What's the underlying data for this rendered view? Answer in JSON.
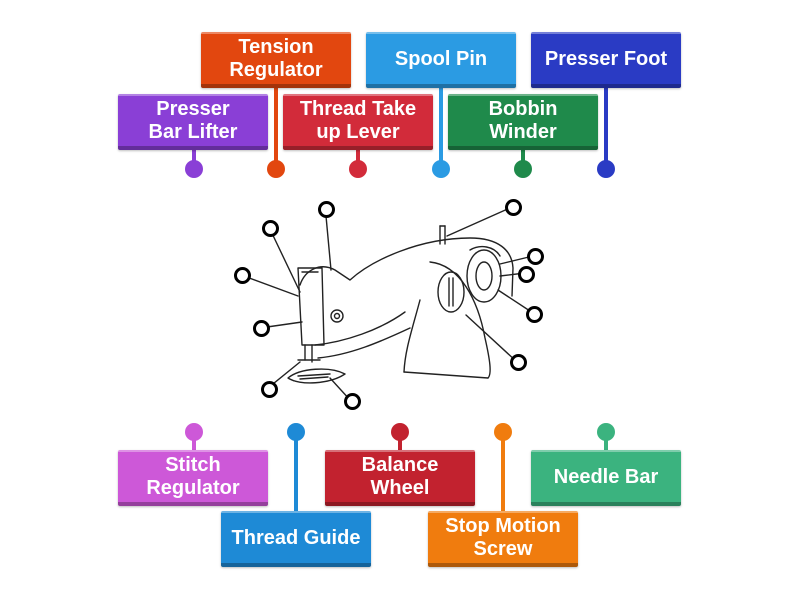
{
  "colors": {
    "purple": "#8a3fd6",
    "orange_red": "#e2470f",
    "red": "#d22b3a",
    "sky_blue": "#2b9be3",
    "green": "#1f8a4b",
    "navy": "#2a3bc4",
    "pink_purple": "#cd58d8",
    "blue": "#1e8ad6",
    "crimson": "#c2222f",
    "orange": "#f07c0e",
    "mint": "#3bb37f"
  },
  "labels": {
    "presser_bar_lifter": "Presser\nBar Lifter",
    "tension_regulator": "Tension\nRegulator",
    "thread_take_up_lever": "Thread Take\nup Lever",
    "spool_pin": "Spool Pin",
    "bobbin_winder": "Bobbin\nWinder",
    "presser_foot": "Presser Foot",
    "stitch_regulator": "Stitch\nRegulator",
    "thread_guide": "Thread Guide",
    "balance_wheel": "Balance\nWheel",
    "stop_motion_screw": "Stop Motion\nScrew",
    "needle_bar": "Needle Bar"
  }
}
